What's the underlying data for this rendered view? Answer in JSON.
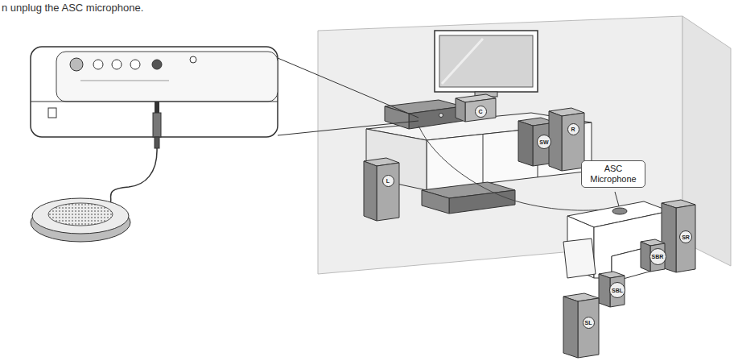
{
  "diagram": {
    "nodes": [
      {
        "text": [
          "L"
        ]
      },
      {
        "text": [
          "C"
        ]
      },
      {
        "text": [
          "SW"
        ]
      },
      {
        "text": [
          "R"
        ]
      },
      {
        "text": [
          "ASC Microphone"
        ]
      },
      {
        "text": [
          "SR"
        ]
      },
      {
        "text": [
          "SBR"
        ]
      },
      {
        "text": [
          "SBL"
        ]
      },
      {
        "text": [
          "SL"
        ]
      }
    ],
    "labels": [
      "n unplug the ASC microphone."
    ]
  }
}
